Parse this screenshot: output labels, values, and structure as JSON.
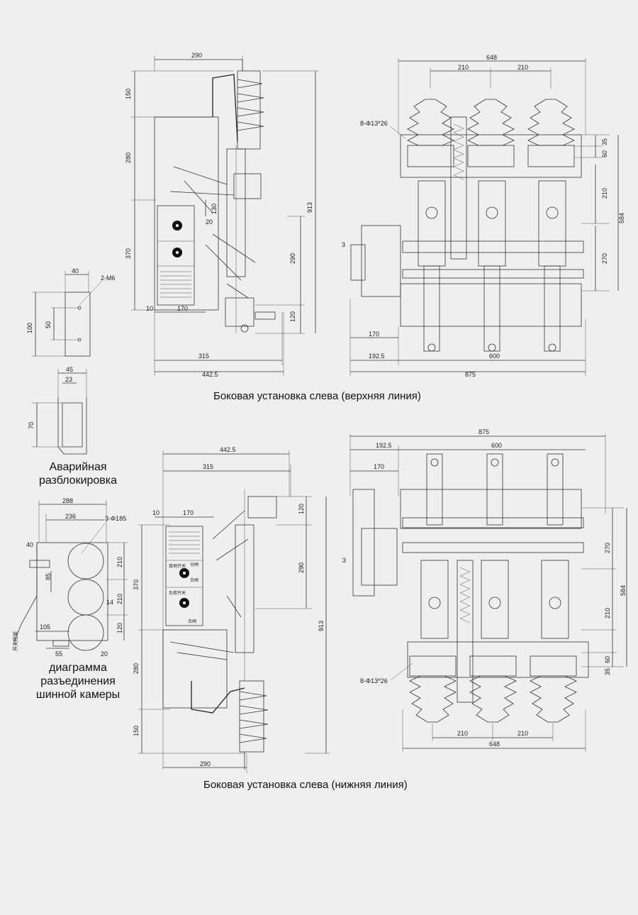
{
  "captions": {
    "upper": "Боковая установка слева (верхняя линия)",
    "lower": "Боковая установка слева (нижняя линия)",
    "emergency": [
      "Аварийная",
      "разблокировка"
    ],
    "busbar": [
      "диаграмма",
      "разъединения",
      "шинной камеры"
    ]
  },
  "dims": {
    "d290": "290",
    "d150": "150",
    "d280": "280",
    "d370": "370",
    "d913": "913",
    "d130": "130",
    "d20": "20",
    "d10": "10",
    "d170": "170",
    "d315": "315",
    "d4425": "442.5",
    "d120": "120",
    "d648": "648",
    "d210": "210",
    "d35": "35",
    "d60": "60",
    "d584": "584",
    "d270": "270",
    "d3": "3",
    "d1925": "192.5",
    "d600": "600",
    "d875": "875",
    "bolt": "8-Φ13*26",
    "d40": "40",
    "m6": "2-M6",
    "d100": "100",
    "d50": "50",
    "d45": "45",
    "d23": "23",
    "d70": "70",
    "d288": "288",
    "d236": "236",
    "phi185": "3-Φ185",
    "d85": "85",
    "d14": "14",
    "d105": "105",
    "d55": "55",
    "cab": "开关柜架"
  },
  "panel_text": {
    "earth": "接地开关",
    "load": "负荷开关",
    "open": "分闸",
    "close": "合闸"
  }
}
